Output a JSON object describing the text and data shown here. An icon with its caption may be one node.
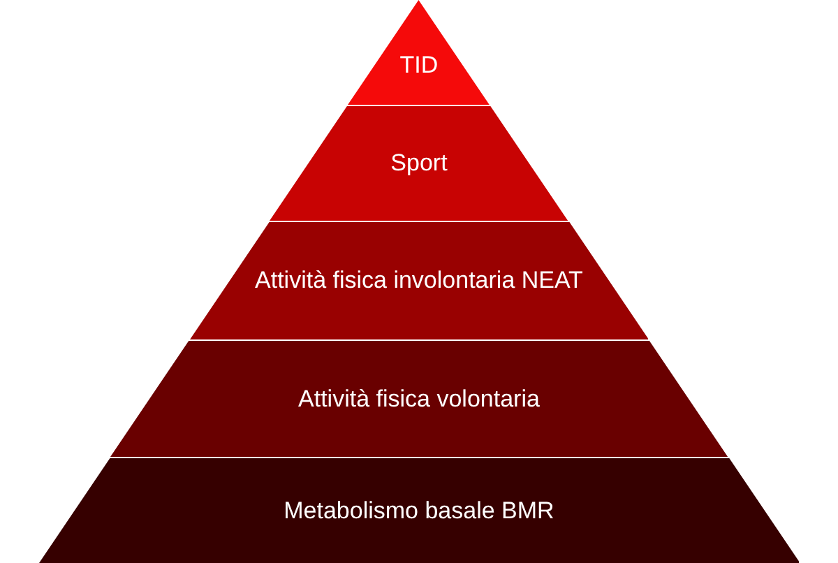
{
  "diagram": {
    "nodes": [
      {
        "text": [
          "TID"
        ]
      },
      {
        "text": [
          "Sport"
        ]
      },
      {
        "text": [
          "Attività fisica involontaria NEAT"
        ]
      },
      {
        "text": [
          "Attività fisica volontaria"
        ]
      },
      {
        "text": [
          "Metabolismo basale BMR"
        ]
      }
    ]
  }
}
